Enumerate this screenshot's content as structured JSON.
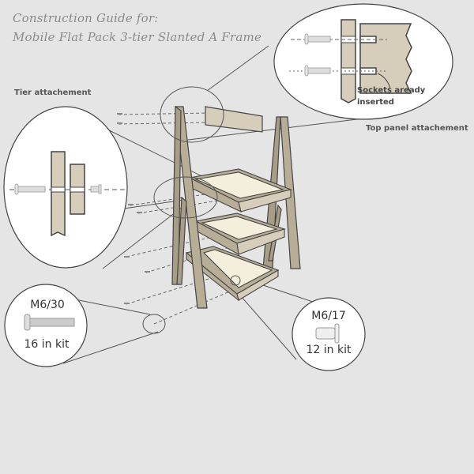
{
  "title": {
    "line1": "Construction Guide for:",
    "line2": "Mobile Flat Pack 3-tier Slanted A Frame"
  },
  "callouts": {
    "tier_attachment": "Tier attachement",
    "top_panel_attachment": "Top panel attachement",
    "sockets_note_line1": "Sockets aready",
    "sockets_note_line2": "inserted"
  },
  "hardware": [
    {
      "name": "M6/30",
      "quantity": "16 in kit",
      "type": "bolt"
    },
    {
      "name": "M6/17",
      "quantity": "12 in kit",
      "type": "socket"
    }
  ],
  "colors": {
    "background": "#e5e5e5",
    "wood": "#b8ad97",
    "wood_light": "#d6ceba",
    "panel": "#f3efdc",
    "outline": "#444444",
    "callout_fill": "#ffffff"
  }
}
